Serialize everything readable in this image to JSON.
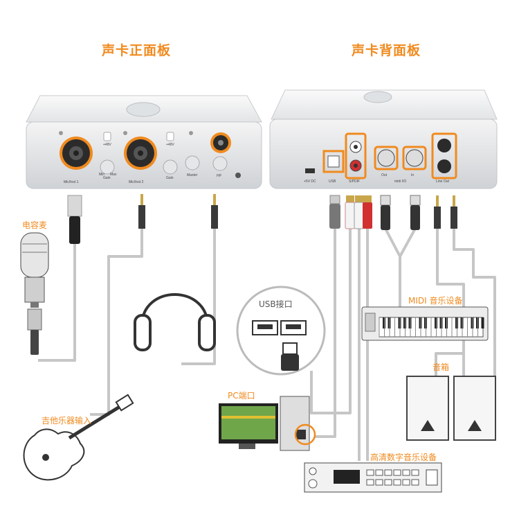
{
  "titles": {
    "front": "声卡正面板",
    "back": "声卡背面板"
  },
  "labels": {
    "condenser_mic": "电容麦",
    "guitar": "吉他乐器输入",
    "usb_port": "USB接口",
    "pc_port": "PC端口",
    "midi_device": "MIDI 音乐设备",
    "speaker": "音箱",
    "hd_digital_device": "高清数字音乐设备"
  },
  "front_panel_text": {
    "mic1": "Mic/Inst 1",
    "mic2": "Mic/Inst 2",
    "gain1": "Gain",
    "gain2": "Gain",
    "phantom1": "+48V",
    "phantom2": "+48V",
    "master": "Master",
    "hp": "HP",
    "min": "Min",
    "max": "Max"
  },
  "back_panel_text": {
    "dc": "+5V DC",
    "usb": "USB",
    "spdif": "S/PDIF",
    "out": "Out",
    "midi_io": "midi I/O",
    "in": "In",
    "line_out": "Line Out"
  },
  "colors": {
    "accent": "#f08a1e",
    "cable": "#c8c8c8",
    "device": "#e8e8e8"
  }
}
